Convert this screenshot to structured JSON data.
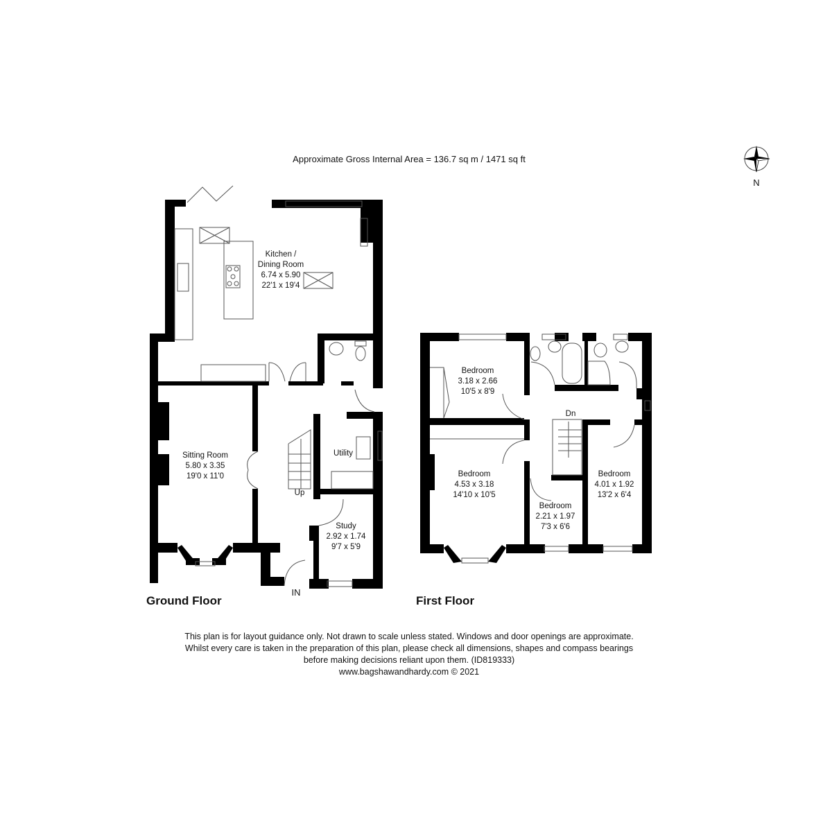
{
  "header": {
    "area_title": "Approximate Gross Internal Area = 136.7 sq m / 1471 sq ft"
  },
  "compass": {
    "icon": "compass-rose-icon",
    "north_label": "N"
  },
  "ground_floor": {
    "title": "Ground Floor",
    "rooms": [
      {
        "name": "Kitchen /",
        "name2": "Dining Room",
        "metric": "6.74 x 5.90",
        "imperial": "22'1 x 19'4"
      },
      {
        "name": "Sitting Room",
        "metric": "5.80 x 3.35",
        "imperial": "19'0 x 11'0"
      },
      {
        "name": "Utility"
      },
      {
        "name": "Study",
        "metric": "2.92 x 1.74",
        "imperial": "9'7 x 5'9"
      }
    ],
    "stairs_label": "Up",
    "entrance_label": "IN"
  },
  "first_floor": {
    "title": "First Floor",
    "rooms": [
      {
        "name": "Bedroom",
        "metric": "3.18 x 2.66",
        "imperial": "10'5 x 8'9"
      },
      {
        "name": "Bedroom",
        "metric": "4.53 x 3.18",
        "imperial": "14'10 x 10'5"
      },
      {
        "name": "Bedroom",
        "metric": "2.21 x 1.97",
        "imperial": "7'3 x 6'6"
      },
      {
        "name": "Bedroom",
        "metric": "4.01 x 1.92",
        "imperial": "13'2 x 6'4"
      }
    ],
    "stairs_label": "Dn"
  },
  "footer": {
    "line1": "This plan is for layout guidance only. Not drawn to scale unless stated. Windows and door openings are approximate.",
    "line2": "Whilst every care is taken in the preparation of this plan, please check all dimensions, shapes and compass bearings",
    "line3": "before making decisions reliant upon them. (ID819333)",
    "line4": "www.bagshawandhardy.com © 2021"
  },
  "colors": {
    "wall": "#000000",
    "fixture_line": "#555555",
    "background": "#ffffff"
  }
}
